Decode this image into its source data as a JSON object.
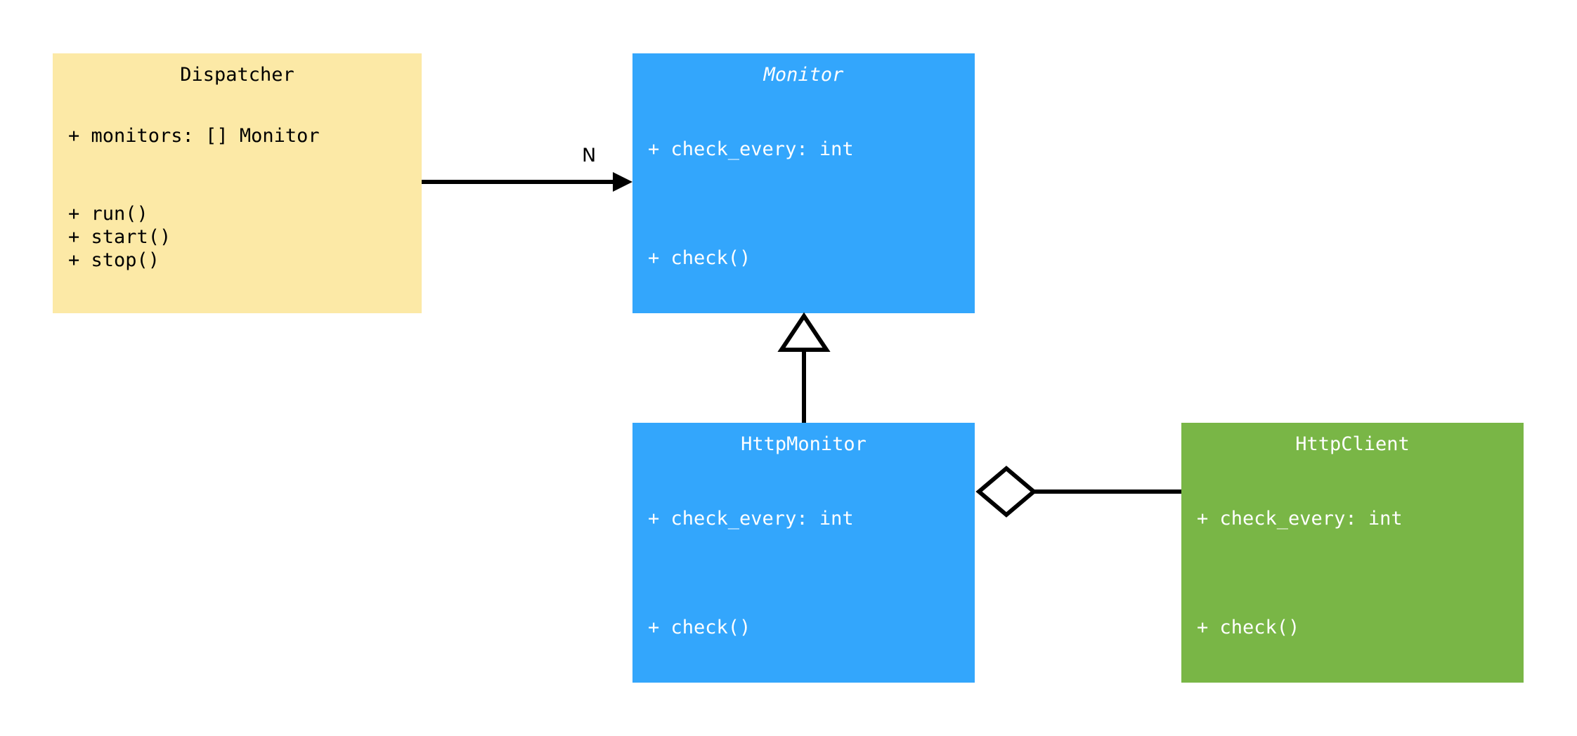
{
  "diagram": {
    "type": "uml-class-diagram",
    "background": "#ffffff",
    "colors": {
      "yellow_fill": "#fce9a6",
      "blue_fill": "#33a6fc",
      "green_fill": "#79b646",
      "line": "#000000",
      "separator": "#ffffff",
      "dark_text": "#000000",
      "light_text": "#ffffff"
    }
  },
  "classes": {
    "dispatcher": {
      "name": "Dispatcher",
      "abstract": false,
      "fill": "#fce9a6",
      "attributes": [
        "+ monitors: [] Monitor"
      ],
      "methods": [
        "+ run()",
        "+ start()",
        "+ stop()"
      ],
      "attributes_text": "+ monitors: [] Monitor",
      "methods_text": "+ run()\n+ start()\n+ stop()"
    },
    "monitor": {
      "name": "Monitor",
      "abstract": true,
      "fill": "#33a6fc",
      "attributes": [
        "+ check_every: int"
      ],
      "methods": [
        "+ check()"
      ],
      "attributes_text": "+ check_every: int",
      "methods_text": "+ check()"
    },
    "http_monitor": {
      "name": "HttpMonitor",
      "abstract": false,
      "fill": "#33a6fc",
      "attributes": [
        "+ check_every: int"
      ],
      "methods": [
        "+ check()"
      ],
      "attributes_text": "+ check_every: int",
      "methods_text": "+ check()"
    },
    "http_client": {
      "name": "HttpClient",
      "abstract": false,
      "fill": "#79b646",
      "attributes": [
        "+ check_every: int"
      ],
      "methods": [
        "+ check()"
      ],
      "attributes_text": "+ check_every: int",
      "methods_text": "+ check()"
    }
  },
  "relations": {
    "dispatcher_to_monitor": {
      "kind": "association-directed",
      "from": "Dispatcher",
      "to": "Monitor",
      "label": "N",
      "arrow": "solid-filled-arrowhead"
    },
    "http_monitor_to_monitor": {
      "kind": "generalization",
      "from": "HttpMonitor",
      "to": "Monitor",
      "label": "",
      "arrow": "hollow-triangle"
    },
    "http_monitor_to_http_client": {
      "kind": "aggregation",
      "from": "HttpMonitor",
      "to": "HttpClient",
      "label": "",
      "arrow": "hollow-diamond"
    }
  }
}
